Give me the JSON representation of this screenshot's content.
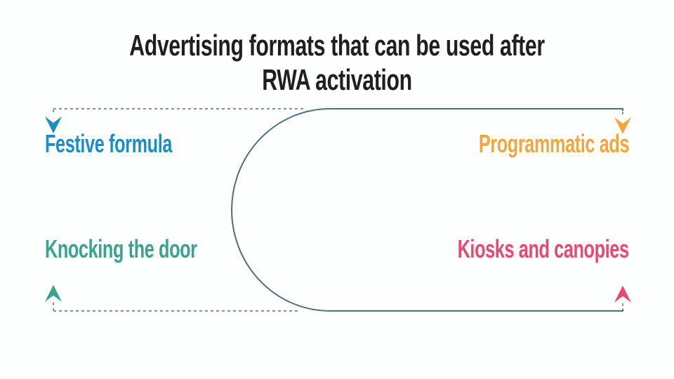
{
  "title": {
    "line1": "Advertising formats that can be used after",
    "line2": "RWA activation"
  },
  "labels": {
    "festive": "Festive formula",
    "programmatic": "Programmatic ads",
    "knocking": "Knocking the door",
    "kiosks": "Kiosks and canopies"
  },
  "colors": {
    "title_text": "#1f1f1f",
    "festive": "#1c8dc5",
    "programmatic": "#f2a63c",
    "knocking": "#3aa28e",
    "kiosks": "#e9486f",
    "connector_line": "#4e6e7e",
    "dashed_line": "#4d4d4d",
    "background": "#fdfefe"
  }
}
